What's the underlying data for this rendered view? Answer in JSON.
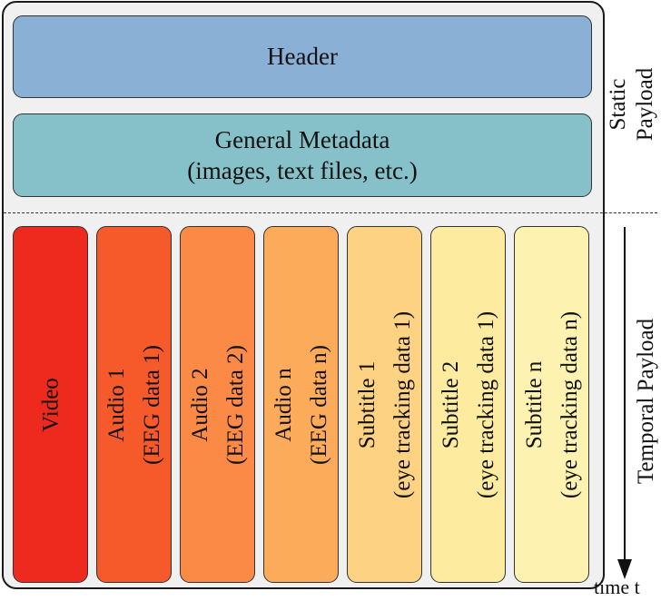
{
  "header": {
    "label": "Header"
  },
  "metadata": {
    "line1": "General Metadata",
    "line2": "(images, text files, etc.)"
  },
  "streams": [
    {
      "line1": "Video",
      "line2": "",
      "color": "#ee2a1e"
    },
    {
      "line1": "Audio 1",
      "line2": "(EEG data 1)",
      "color": "#f65a2a"
    },
    {
      "line1": "Audio 2",
      "line2": "(EEG data 2)",
      "color": "#fa8a46"
    },
    {
      "line1": "Audio n",
      "line2": "(EEG data n)",
      "color": "#fcab5a"
    },
    {
      "line1": "Subtitle 1",
      "line2": "(eye tracking data 1)",
      "color": "#fed283"
    },
    {
      "line1": "Subtitle 2",
      "line2": "(eye tracking data 1)",
      "color": "#fdeb9f"
    },
    {
      "line1": "Subtitle n",
      "line2": "(eye tracking data n)",
      "color": "#fdf2b0"
    }
  ],
  "side_labels": {
    "static_line1": "Static",
    "static_line2": "Payload",
    "temporal": "Temporal Payload",
    "time": "time t"
  }
}
